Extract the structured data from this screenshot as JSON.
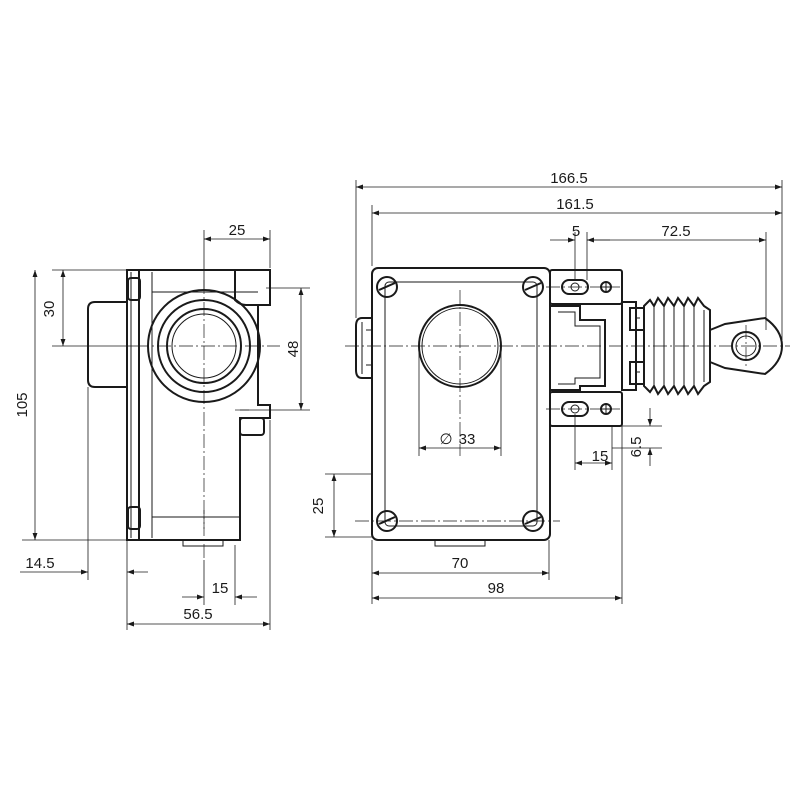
{
  "dimensions": {
    "side_view": {
      "top_width": "25",
      "top_offset": "30",
      "conduit_height": "48",
      "overall_height": "105",
      "base_offset": "14.5",
      "bottom_offset": "15",
      "overall_depth": "56.5"
    },
    "front_view": {
      "overall_length": "166.5",
      "length_to_eye": "161.5",
      "slot_width": "5",
      "actuator_length": "72.5",
      "hole_diameter": "33",
      "mount_offset": "25",
      "mount_spacing": "70",
      "body_width": "98",
      "bracket_offset": "15",
      "bracket_height": "6.5"
    }
  },
  "symbols": {
    "diameter": "∅"
  }
}
